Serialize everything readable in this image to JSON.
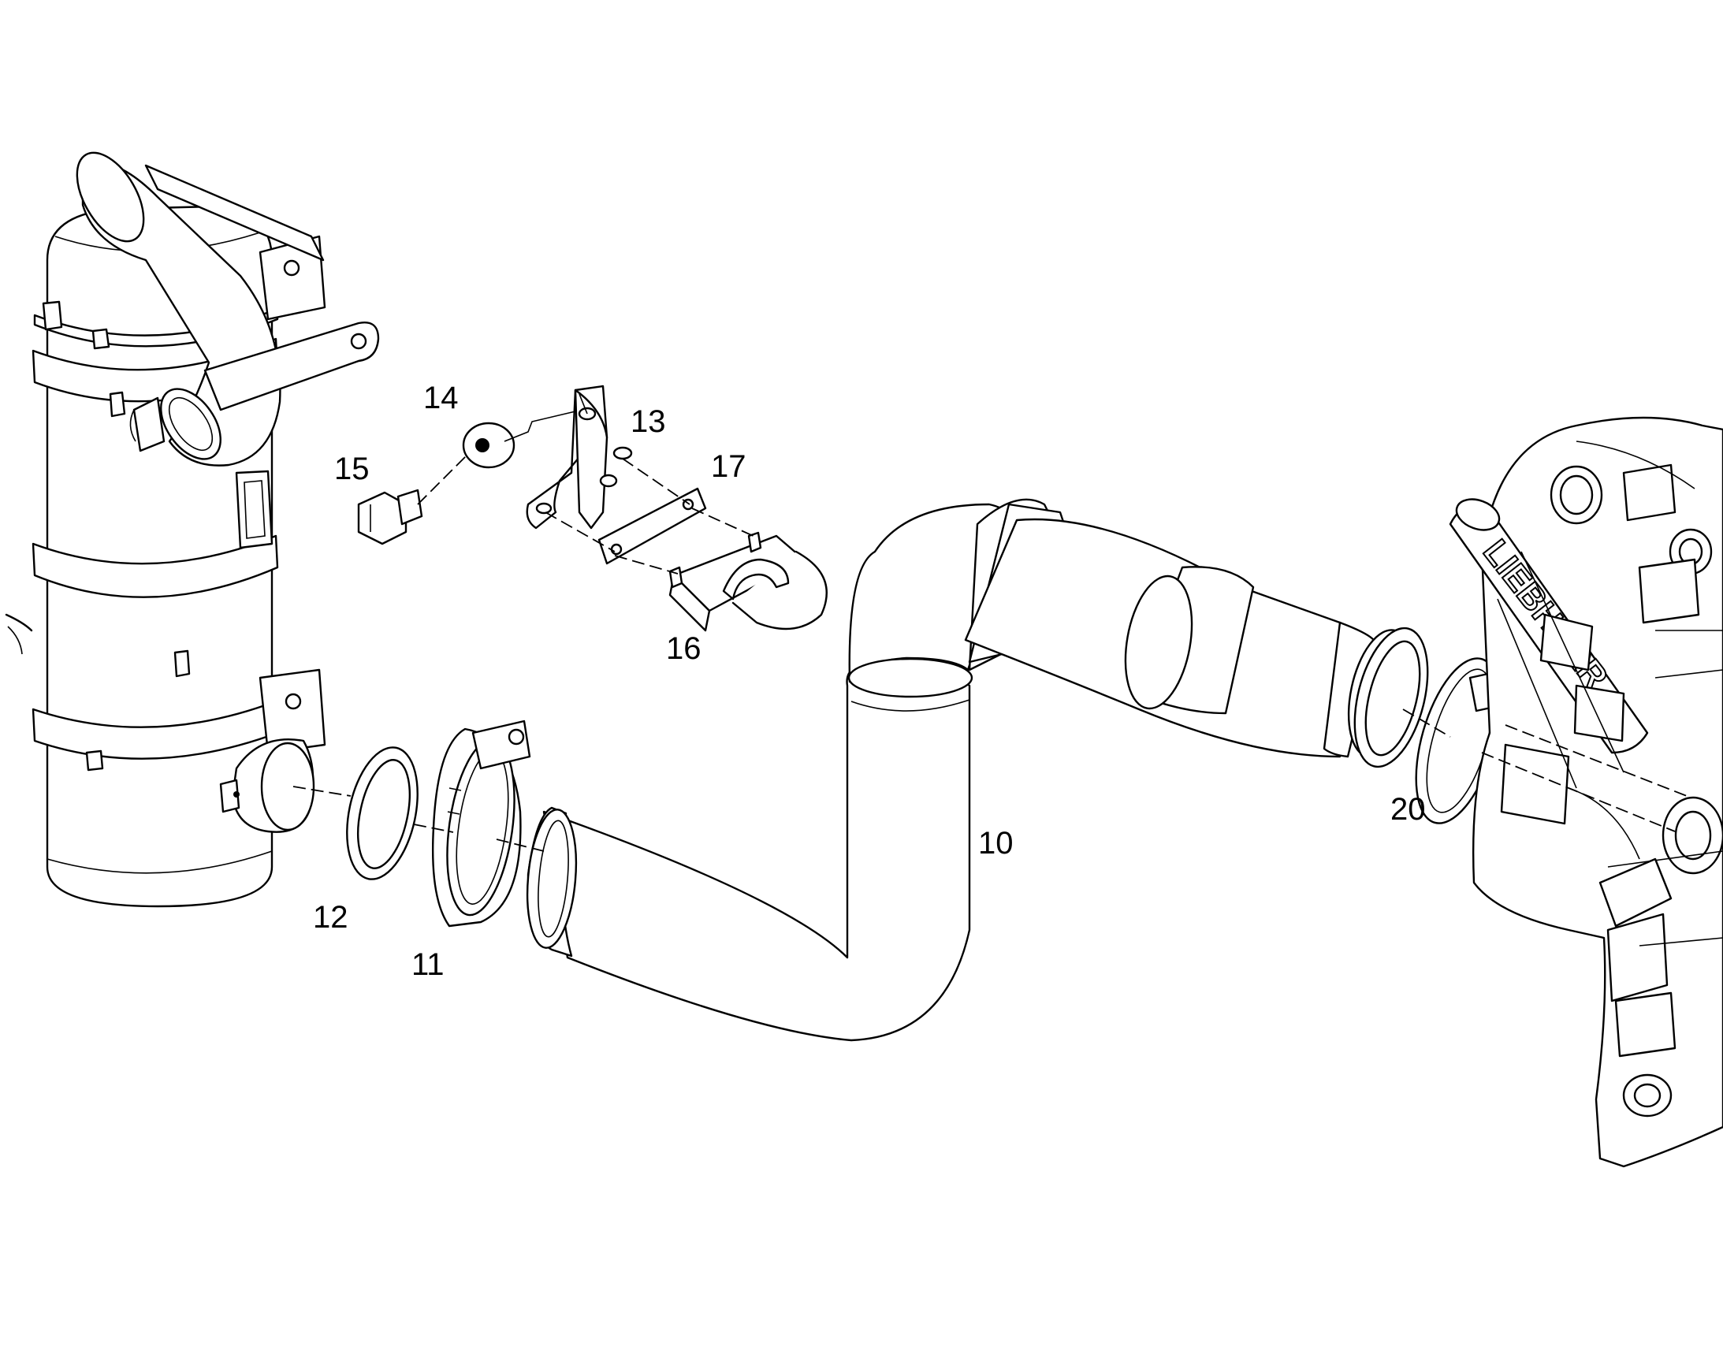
{
  "diagram": {
    "type": "exploded parts drawing",
    "subject": "exhaust pipe assembly",
    "callouts": [
      {
        "id": "c10",
        "label": "10"
      },
      {
        "id": "c11",
        "label": "11"
      },
      {
        "id": "c12",
        "label": "12"
      },
      {
        "id": "c13",
        "label": "13"
      },
      {
        "id": "c14",
        "label": "14"
      },
      {
        "id": "c15",
        "label": "15"
      },
      {
        "id": "c16",
        "label": "16"
      },
      {
        "id": "c17",
        "label": "17"
      },
      {
        "id": "c20",
        "label": "20"
      }
    ],
    "brand_lettering": "LIEBHERR",
    "line_color": "#000000",
    "background_color": "#ffffff"
  }
}
